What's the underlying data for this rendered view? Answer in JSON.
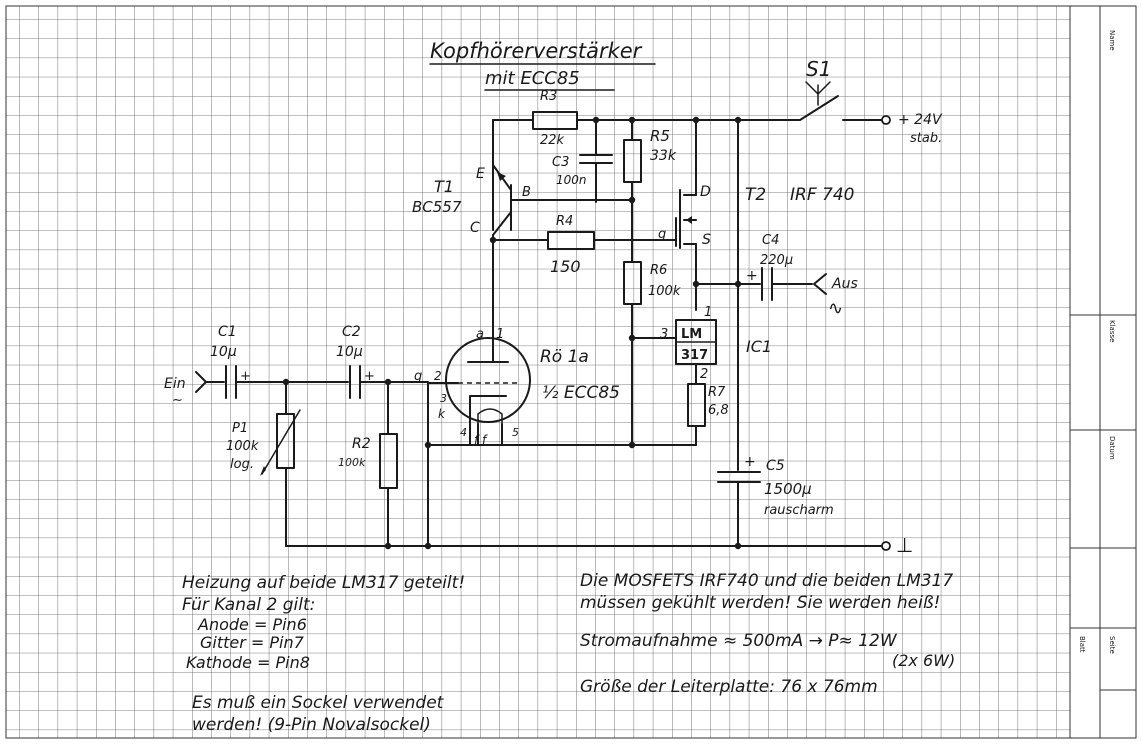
{
  "title": {
    "line1": "Kopfhörerverstärker",
    "line2": "mit ECC85"
  },
  "side_panel": {
    "labels": [
      "Name",
      "Klasse",
      "Datum",
      "Blatt",
      "Seite"
    ]
  },
  "components": {
    "r3_name": "R3",
    "r3_value": "22k",
    "c3_name": "C3",
    "c3_value": "100n",
    "r5_name": "R5",
    "r5_value": "33k",
    "t1_name": "T1",
    "t1_type": "BC557",
    "t1_e": "E",
    "t1_b": "B",
    "t1_c": "C",
    "r4_name": "R4",
    "r4_value": "150",
    "t2_name": "T2",
    "t2_type": "IRF 740",
    "t2_d": "D",
    "t2_g": "g",
    "t2_s": "S",
    "r6_name": "R6",
    "r6_value": "100k",
    "c4_name": "C4",
    "c4_value": "220µ",
    "ic1_pin1": "1",
    "ic1_pin3": "3",
    "ic1_pin2": "2",
    "ic1_text1": "LM",
    "ic1_text2": "317",
    "ic1_name": "IC1",
    "r7_name": "R7",
    "r7_value": "6,8",
    "c5_name": "C5",
    "c5_value": "1500µ",
    "c5_note": "rauscharm",
    "c1_name": "C1",
    "c1_value": "10µ",
    "c2_name": "C2",
    "c2_value": "10µ",
    "p1_name": "P1",
    "p1_value": "100k",
    "p1_note": "log.",
    "r2_name": "R2",
    "r2_value": "100k",
    "tube_name": "Rö 1a",
    "tube_type": "½ ECC85",
    "tube_pin_a": "a",
    "tube_pin_1": "1",
    "tube_pin_g": "g",
    "tube_pin_2": "2",
    "tube_pin_3": "3",
    "tube_pin_k": "k",
    "tube_pin_4": "4",
    "tube_pin_f": "f f",
    "tube_pin_5": "5",
    "plus": "+",
    "s1_name": "S1",
    "supply_label": "+ 24V",
    "supply_note": "stab.",
    "input_label": "Ein",
    "output_label": "Aus",
    "ground_symbol": "⊥"
  },
  "notes": {
    "left": [
      "Heizung auf beide LM317 geteilt!",
      "Für Kanal 2 gilt:",
      "Anode = Pin6",
      "Gitter = Pin7",
      "Kathode = Pin8",
      "Es muß ein Sockel verwendet",
      "werden! (9-Pin Novalsockel)"
    ],
    "right": [
      "Die MOSFETS IRF740 und die beiden LM317",
      "müssen gekühlt werden! Sie werden heiß!",
      "Stromaufnahme ≈ 500mA → P≈ 12W",
      "(2x 6W)",
      "Größe der Leiterplatte: 76 x 76mm"
    ]
  }
}
